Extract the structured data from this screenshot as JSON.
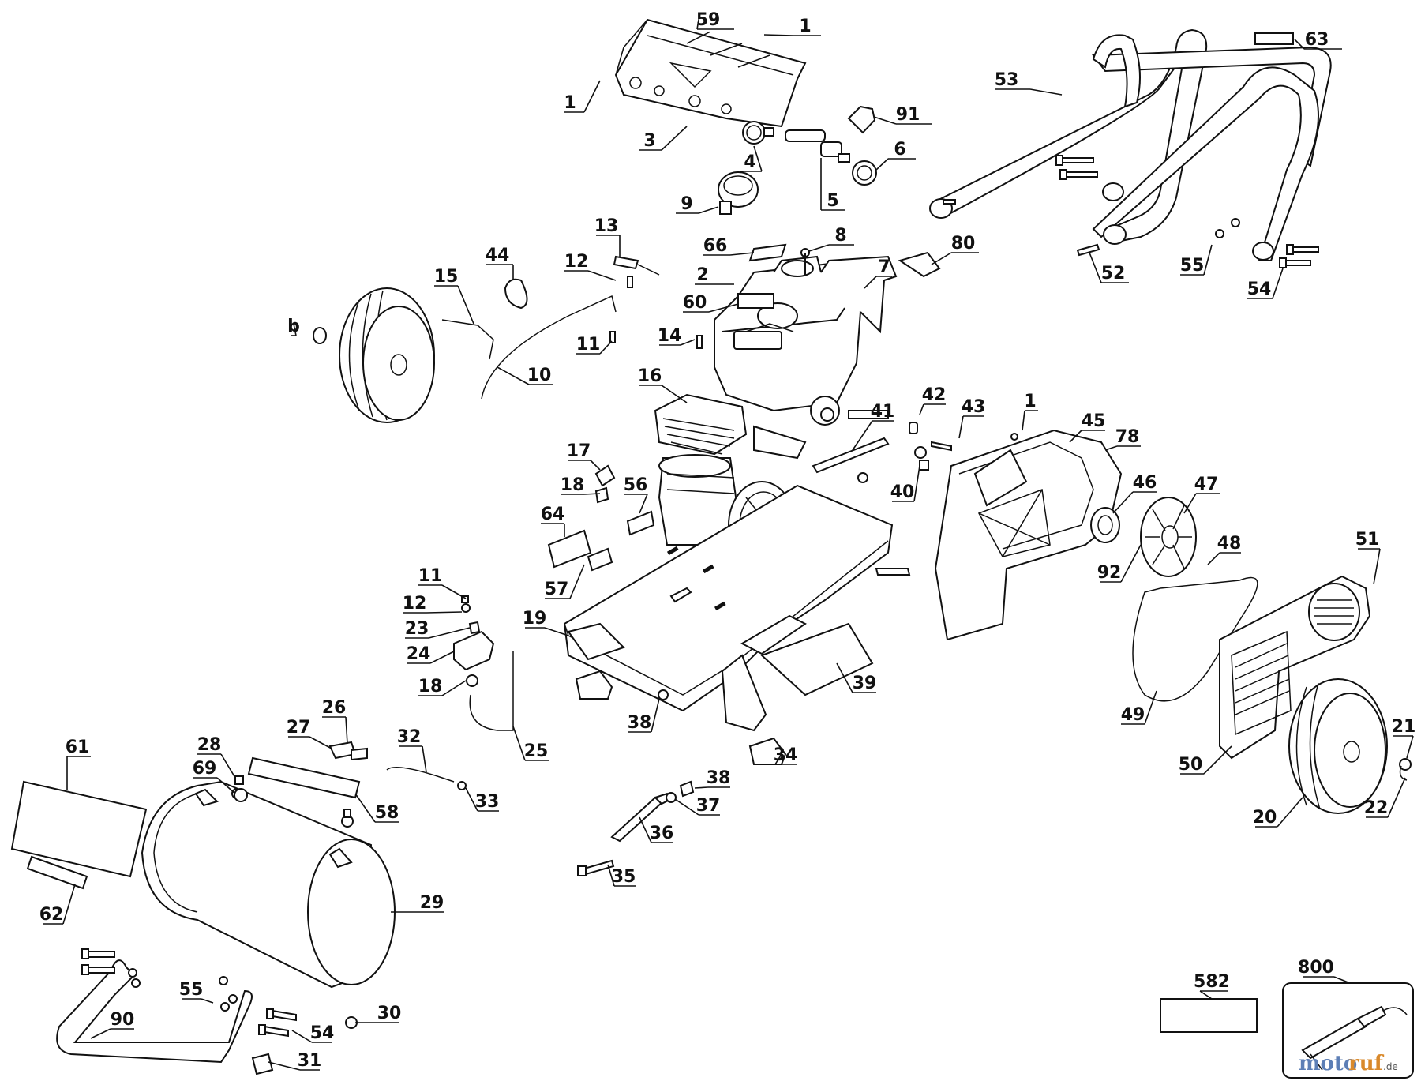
{
  "diagram": {
    "type": "exploded parts diagram"
  },
  "callouts": [
    {
      "id": "c59",
      "label": "59"
    },
    {
      "id": "c1a",
      "label": "1"
    },
    {
      "id": "c63",
      "label": "63"
    },
    {
      "id": "c1b",
      "label": "1"
    },
    {
      "id": "c53",
      "label": "53"
    },
    {
      "id": "c91",
      "label": "91"
    },
    {
      "id": "c3",
      "label": "3"
    },
    {
      "id": "c6",
      "label": "6"
    },
    {
      "id": "c4",
      "label": "4"
    },
    {
      "id": "c5",
      "label": "5"
    },
    {
      "id": "c9",
      "label": "9"
    },
    {
      "id": "c13",
      "label": "13"
    },
    {
      "id": "c8",
      "label": "8"
    },
    {
      "id": "c80",
      "label": "80"
    },
    {
      "id": "c66",
      "label": "66"
    },
    {
      "id": "c44",
      "label": "44"
    },
    {
      "id": "c12a",
      "label": "12"
    },
    {
      "id": "c7",
      "label": "7"
    },
    {
      "id": "c15",
      "label": "15"
    },
    {
      "id": "c2",
      "label": "2"
    },
    {
      "id": "c52",
      "label": "52"
    },
    {
      "id": "c55a",
      "label": "55"
    },
    {
      "id": "c60",
      "label": "60"
    },
    {
      "id": "c54a",
      "label": "54"
    },
    {
      "id": "cb",
      "label": "b"
    },
    {
      "id": "c14",
      "label": "14"
    },
    {
      "id": "c11a",
      "label": "11"
    },
    {
      "id": "c10",
      "label": "10"
    },
    {
      "id": "c16",
      "label": "16"
    },
    {
      "id": "c42",
      "label": "42"
    },
    {
      "id": "c43",
      "label": "43"
    },
    {
      "id": "c1c",
      "label": "1"
    },
    {
      "id": "c41",
      "label": "41"
    },
    {
      "id": "c45",
      "label": "45"
    },
    {
      "id": "c78",
      "label": "78"
    },
    {
      "id": "c17",
      "label": "17"
    },
    {
      "id": "c40",
      "label": "40"
    },
    {
      "id": "c18a",
      "label": "18"
    },
    {
      "id": "c56",
      "label": "56"
    },
    {
      "id": "c46",
      "label": "46"
    },
    {
      "id": "c47",
      "label": "47"
    },
    {
      "id": "c64",
      "label": "64"
    },
    {
      "id": "c48",
      "label": "48"
    },
    {
      "id": "c51",
      "label": "51"
    },
    {
      "id": "c57",
      "label": "57"
    },
    {
      "id": "c92",
      "label": "92"
    },
    {
      "id": "c11b",
      "label": "11"
    },
    {
      "id": "c12b",
      "label": "12"
    },
    {
      "id": "c19",
      "label": "19"
    },
    {
      "id": "c23",
      "label": "23"
    },
    {
      "id": "c24",
      "label": "24"
    },
    {
      "id": "c39",
      "label": "39"
    },
    {
      "id": "c18b",
      "label": "18"
    },
    {
      "id": "c49",
      "label": "49"
    },
    {
      "id": "c38a",
      "label": "38"
    },
    {
      "id": "c26",
      "label": "26"
    },
    {
      "id": "c21",
      "label": "21"
    },
    {
      "id": "c25",
      "label": "25"
    },
    {
      "id": "c61",
      "label": "61"
    },
    {
      "id": "c27",
      "label": "27"
    },
    {
      "id": "c28",
      "label": "28"
    },
    {
      "id": "c32",
      "label": "32"
    },
    {
      "id": "c34",
      "label": "34"
    },
    {
      "id": "c50",
      "label": "50"
    },
    {
      "id": "c69",
      "label": "69"
    },
    {
      "id": "c38b",
      "label": "38"
    },
    {
      "id": "c22",
      "label": "22"
    },
    {
      "id": "c33",
      "label": "33"
    },
    {
      "id": "c37",
      "label": "37"
    },
    {
      "id": "c58",
      "label": "58"
    },
    {
      "id": "c20",
      "label": "20"
    },
    {
      "id": "c36",
      "label": "36"
    },
    {
      "id": "c35",
      "label": "35"
    },
    {
      "id": "c29",
      "label": "29"
    },
    {
      "id": "c62",
      "label": "62"
    },
    {
      "id": "c582",
      "label": "582"
    },
    {
      "id": "c800",
      "label": "800"
    },
    {
      "id": "c55b",
      "label": "55"
    },
    {
      "id": "c90",
      "label": "90"
    },
    {
      "id": "c30",
      "label": "30"
    },
    {
      "id": "c54b",
      "label": "54"
    },
    {
      "id": "c31",
      "label": "31"
    }
  ],
  "watermark": {
    "part1": "moto",
    "part2": "ruf",
    "suffix": ".de"
  },
  "colors": {
    "line": "#111111",
    "watermark_blue": "#5d7fb6",
    "watermark_orange": "#d9892b"
  }
}
